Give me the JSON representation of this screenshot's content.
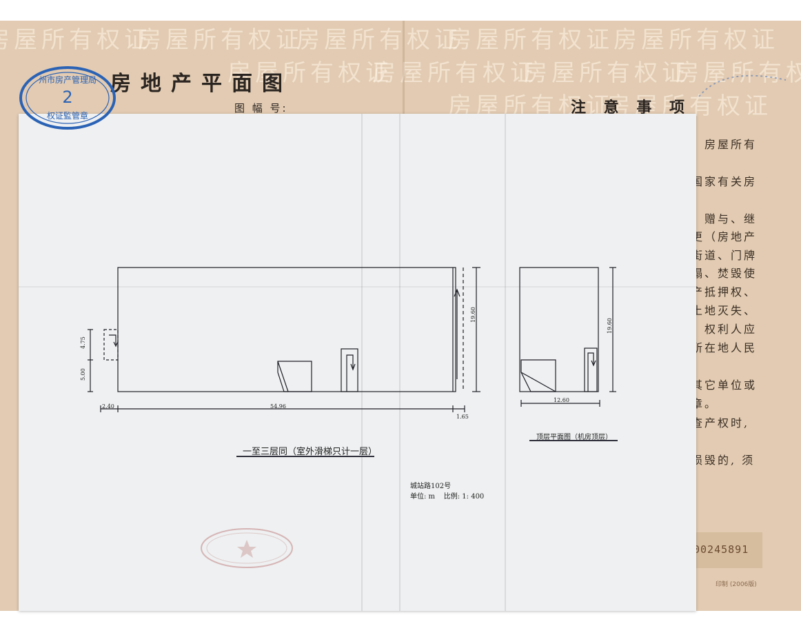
{
  "certificate": {
    "title": "房地产平面图",
    "map_number_label": "图 幅 号:",
    "notice_title": "注 意 事 项",
    "watermark_text": "房屋所有权证",
    "notice_fragments": [
      "。房屋所有",
      "国家有关房",
      "、赠与、继",
      "更（房地产",
      "街道、门牌",
      "塌、焚毁使",
      "产抵押权、",
      "土地灭失、",
      "、权利人应",
      "所在地人民",
      "其它单位或",
      "章。",
      "查产权时,",
      "损毁的, 须"
    ],
    "serial_number": "00245891",
    "print_note": "印制 (2006版)"
  },
  "stamp_blue": {
    "text_top": "州市房产管理局",
    "number": "2",
    "text_bottom": "权证監管章",
    "color": "#2a62b5"
  },
  "plan": {
    "main_caption": "一至三层同（室外滑梯只计一层）",
    "top_caption": "顶层平面图（机房顶层）",
    "address": "城站路102号",
    "unit_scale": "单位: m    比例: 1: 400",
    "dims": {
      "main_width": "54.96",
      "left_offset": "2.40",
      "right_offset": "1.65",
      "main_height": "19.60",
      "left_upper": "4.75",
      "left_lower": "5.00",
      "top_width": "12.60",
      "top_height": "19.60"
    }
  }
}
